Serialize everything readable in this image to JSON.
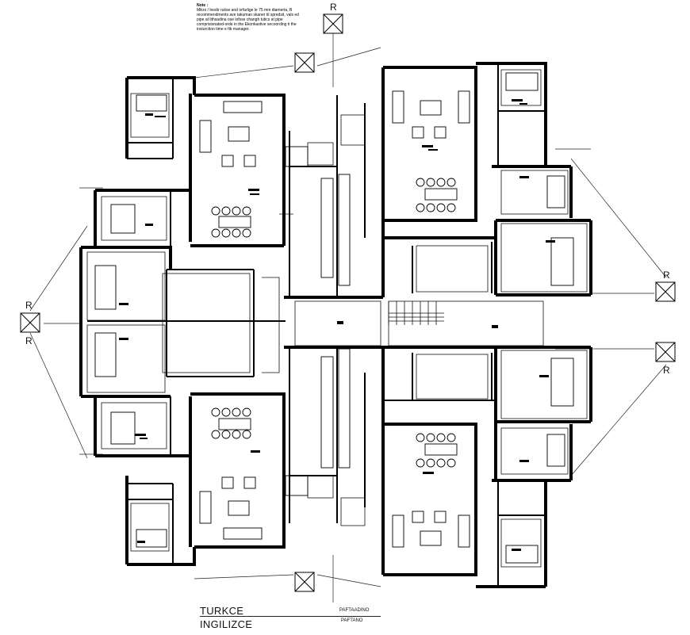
{
  "note": {
    "title": "Note :",
    "lines": [
      "Mikro / hestir rukse and orfarlige le 75 mm diamerta, B",
      "recommendments ave takuman skaner til spredsit, vals ed",
      "pipe at lithsadina ose lofsse changh tutics at pipe",
      "comprisionated-orde in the Ekonkastive secoording ti the",
      "insturction time e fib manager."
    ]
  },
  "section_markers": {
    "label": "R",
    "count": 6
  },
  "legend": {
    "turkish_label": "TURKCE",
    "english_label": "INGILIZCE",
    "sheet_tr": "PAFTAADINO",
    "sheet_en": "PAFTANO"
  },
  "colors": {
    "wall": "#000000",
    "line": "#111111",
    "background": "#ffffff"
  }
}
